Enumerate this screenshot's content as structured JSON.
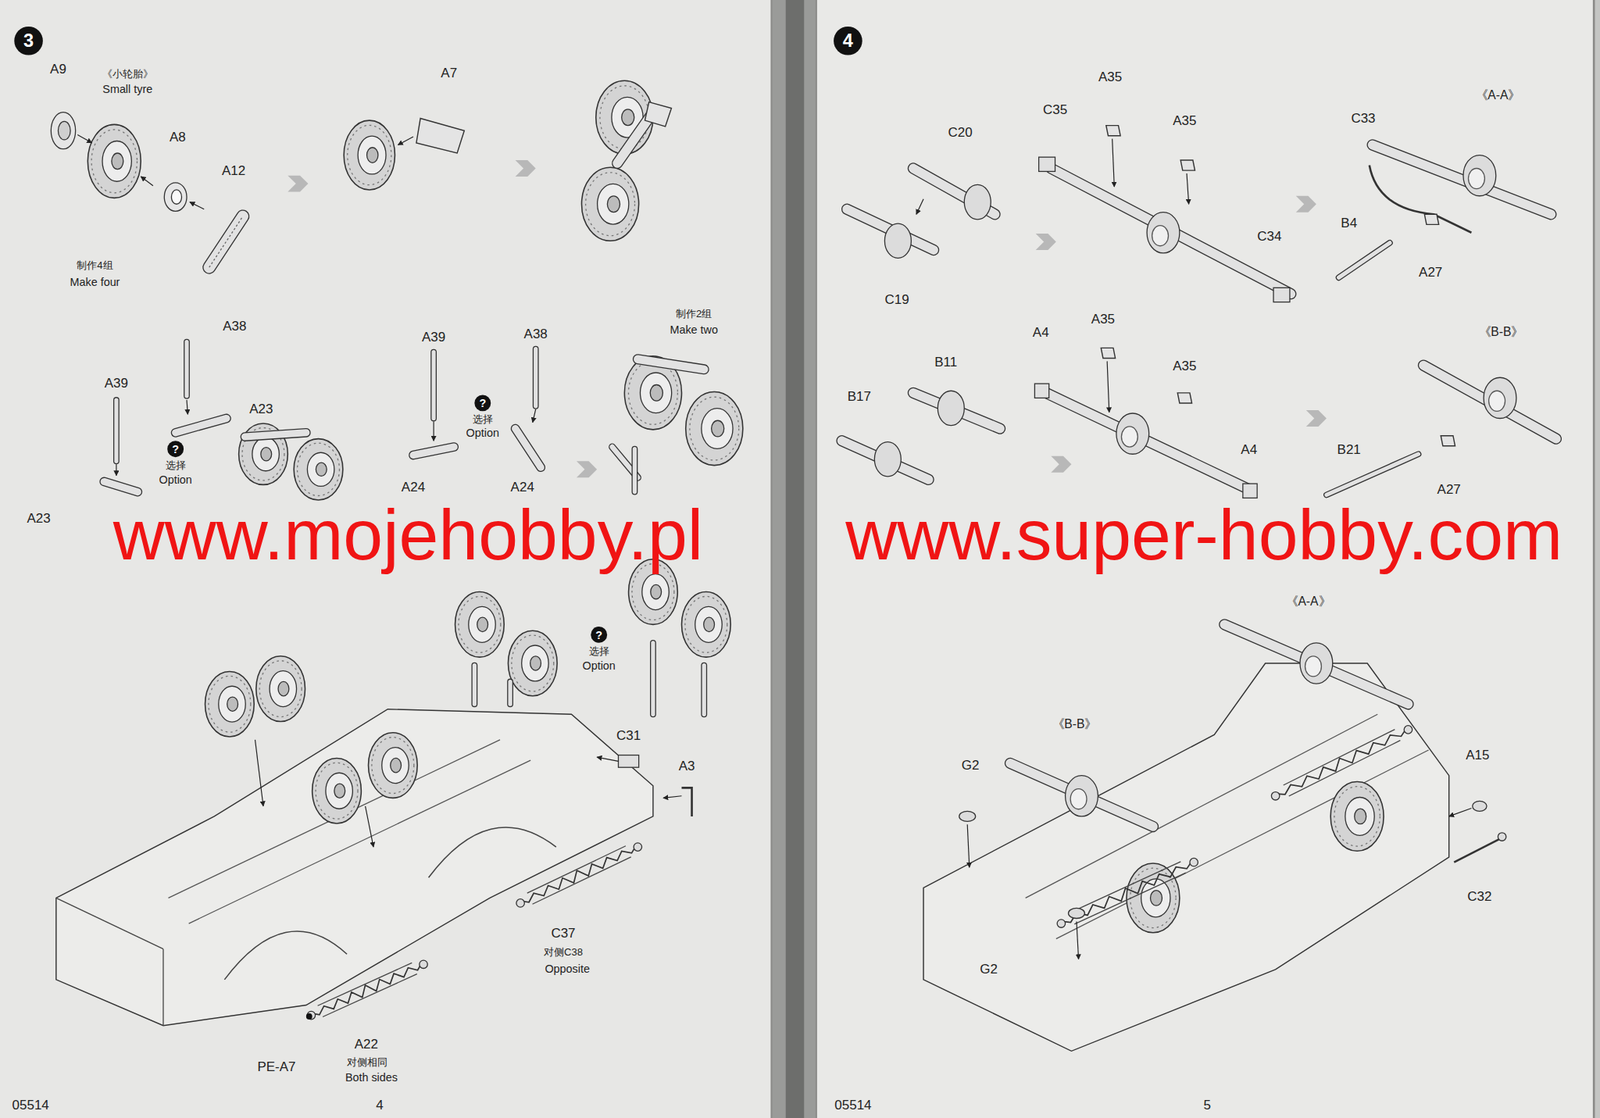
{
  "diagram": {
    "nodes": [
      {
        "text": [
          "3"
        ]
      },
      {
        "text": [
          "4"
        ]
      },
      {
        "text": [
          "?"
        ]
      },
      {
        "text": [
          "?"
        ]
      },
      {
        "text": [
          "?"
        ]
      }
    ],
    "labels": [
      "A9",
      "《小轮胎》",
      "Small tyre",
      "A8",
      "A12",
      "制作4组",
      "Make four",
      "A7",
      "A38",
      "A23",
      "A39",
      "选择",
      "Option",
      "A23",
      "A39",
      "A38",
      "选择",
      "Option",
      "A24",
      "A24",
      "制作2组",
      "Make two",
      "选择",
      "Option",
      "C31",
      "A3",
      "C37",
      "对侧C38",
      "Opposite",
      "A22",
      "对侧相同",
      "Both sides",
      "PE-A7",
      "05514",
      "4",
      "www.mojehobby.pl",
      "www.super-hobby.com",
      "C20",
      "C35",
      "A35",
      "A35",
      "C34",
      "C19",
      "《A-A》",
      "C33",
      "B4",
      "A27",
      "B11",
      "B17",
      "A4",
      "A35",
      "A35",
      "A4",
      "《B-B》",
      "B21",
      "A27",
      "《A-A》",
      "《B-B》",
      "G2",
      "G2",
      "A15",
      "C32",
      "05514",
      "5"
    ]
  }
}
